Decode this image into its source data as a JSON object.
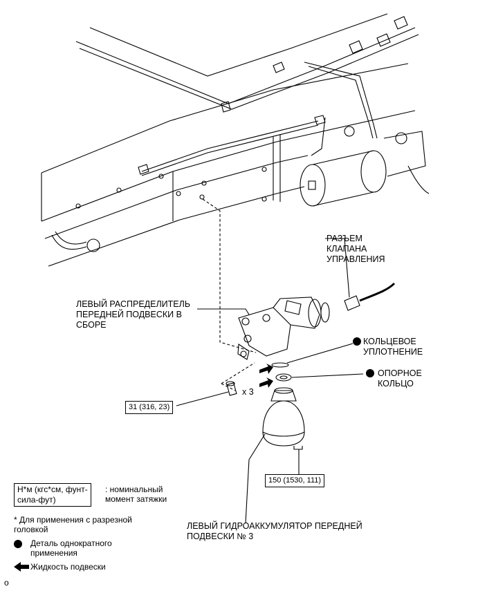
{
  "labels": {
    "valve_connector": "РАЗЪЕМ\nКЛАПАНА\nУПРАВЛЕНИЯ",
    "distributor": "ЛЕВЫЙ РАСПРЕДЕЛИТЕЛЬ\nПЕРЕДНЕЙ ПОДВЕСКИ В\nСБОРЕ",
    "o_ring": "КОЛЬЦЕВОЕ\nУПЛОТНЕНИЕ",
    "backup_ring": "ОПОРНОЕ\nКОЛЬЦО",
    "bolt_qty": "x 3",
    "accumulator": "ЛЕВЫЙ ГИДРОАККУМУЛЯТОР ПЕРЕДНЕЙ\nПОДВЕСКИ № 3"
  },
  "torques": {
    "bolt": "31 (316, 23)",
    "accumulator": "150 (1530, 111)"
  },
  "legend": {
    "torque_unit_box": "Н*м (кгс*см, фунт-\nсила-фут)",
    "torque_desc": ": номинальный\nмомент затяжки",
    "slotted_note": "* Для применения с разрезной\nголовкой",
    "single_use": "Деталь однократного\nприменения",
    "fluid": "Жидкость подвески"
  },
  "illustration_id": "o"
}
